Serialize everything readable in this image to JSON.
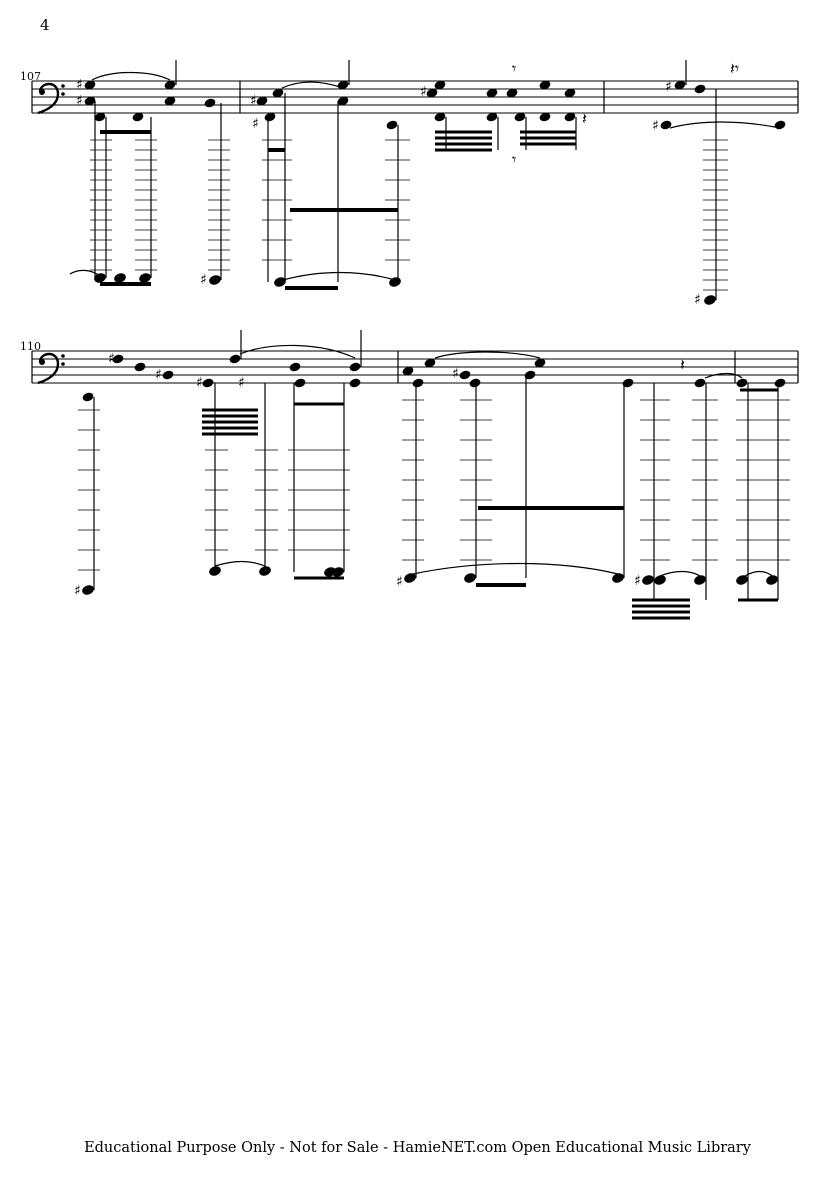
{
  "page": {
    "number": "4",
    "footer": "Educational Purpose Only - Not for Sale - HamieNET.com Open Educational Music Library"
  },
  "systems": [
    {
      "measure_number": "107",
      "clef": "bass"
    },
    {
      "measure_number": "110",
      "clef": "bass"
    }
  ]
}
